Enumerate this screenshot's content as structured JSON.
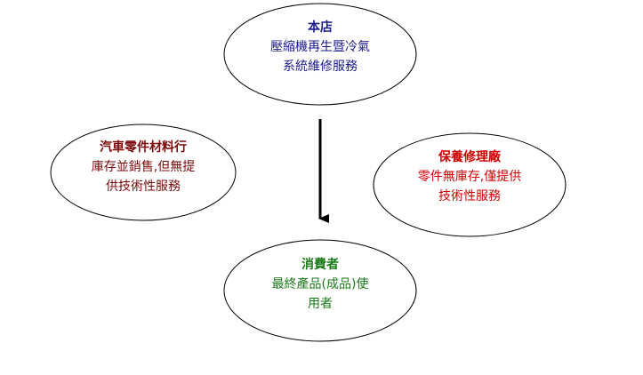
{
  "nodes": {
    "head_office": {
      "title": "本店",
      "lines": [
        "壓縮機再生暨冷氣",
        "系統維修服務"
      ],
      "color": "#1a1a8c"
    },
    "parts_dealer": {
      "title": "汽車零件材料行",
      "lines": [
        "庫存並銷售,但無提",
        "供技術性服務"
      ],
      "color": "#7a0a0a"
    },
    "repair_shop": {
      "title": "保養修理廠",
      "lines": [
        "零件無庫存,僅提供",
        "技術性服務"
      ],
      "color": "#cc0000"
    },
    "consumer": {
      "title": "消費者",
      "lines": [
        "最終產品(成品)使",
        "用者"
      ],
      "color": "#1a7a1a"
    }
  },
  "arrow_color": "#000000"
}
